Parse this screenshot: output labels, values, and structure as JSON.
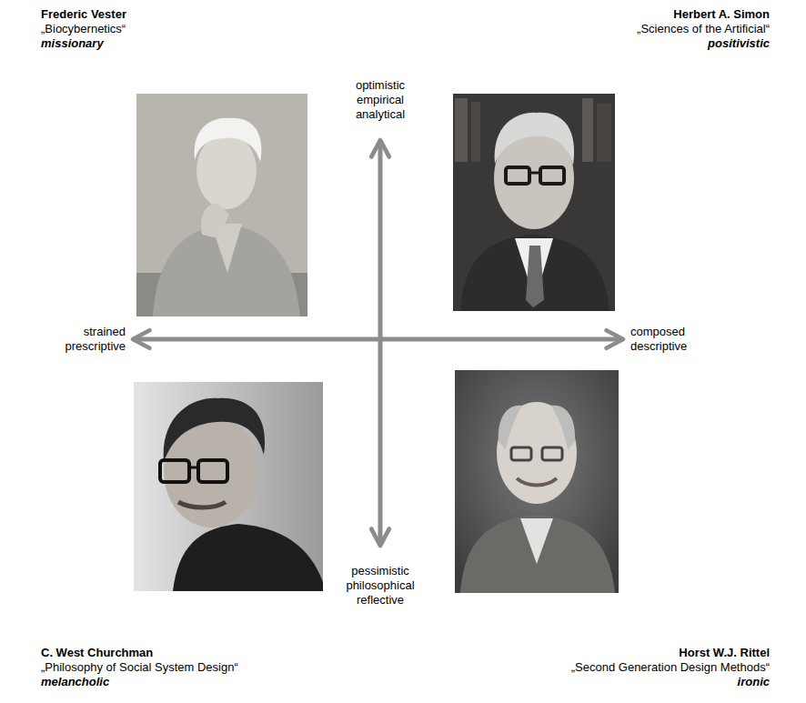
{
  "diagram": {
    "nodes": [
      {
        "text": [
          "Frederic Vester",
          "„Biocybernetics“",
          "missionary"
        ]
      },
      {
        "text": [
          "Herbert A. Simon",
          "„Sciences of the Artificial“",
          "positivistic"
        ]
      },
      {
        "text": [
          "optimistic empirical analytical"
        ]
      },
      {
        "text": [
          "strained prescriptive"
        ]
      },
      {
        "text": [
          "composed descriptive"
        ]
      },
      {
        "text": [
          "pessimistic philosophical reflective"
        ]
      },
      {
        "text": [
          "C. West Churchman",
          "„Philosophy of Social System Design“",
          "melancholic"
        ]
      },
      {
        "text": [
          "Horst W.J. Rittel",
          "„Second Generation Design Methods“",
          "ironic"
        ]
      }
    ],
    "edges": [
      {
        "from": 2,
        "to": 5,
        "arrow": "both"
      },
      {
        "from": 3,
        "to": 4,
        "arrow": "both"
      }
    ]
  }
}
